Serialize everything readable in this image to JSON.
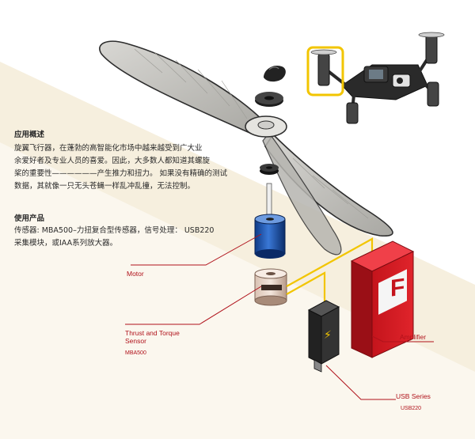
{
  "intro": {
    "heading": "应用概述",
    "lines": [
      "旋翼飞行器，在蓬勃的高智能化市场中越来越受到广大业",
      "余爱好者及专业人员的喜爱。因此，大多数人都知道其螺旋",
      "桨的重要性——————产生推力和扭力。 如果没有精确的测试",
      "数据，其就像一只无头苍蝇一样乱冲乱撞，无法控制。"
    ]
  },
  "products": {
    "heading": "使用产品",
    "lines": [
      "传感器: MBA500–力扭复合型传感器，信号处理： USB220",
      "采集模块，或IAA系列放大器。"
    ]
  },
  "callouts": {
    "motor": "Motor",
    "sensor_line1": "Thrust and Torque",
    "sensor_line2": "Sensor",
    "sensor_model": "MBA500",
    "amplifier": "Amplifier",
    "usb": "USB Series",
    "usb_model": "USB220"
  },
  "colors": {
    "accent_red": "#b0121b",
    "cable_yellow": "#f2c500",
    "ribbon_beige": "#f6efde",
    "prop_gray": "#c2c1bc"
  }
}
